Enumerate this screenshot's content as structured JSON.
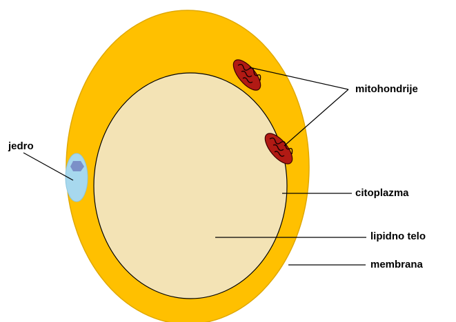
{
  "labels": {
    "mitochondria": "mitohondrije",
    "nucleus": "jedro",
    "cytoplasm": "citoplazma",
    "lipid_body": "lipidno telo",
    "membrane": "membrana"
  },
  "colors": {
    "background": "#ffffff",
    "cytoplasm": "#ffc000",
    "membrane_outline": "#e0a800",
    "lipid_body": "#f3e3b5",
    "nucleus": "#a7d8ee",
    "nucleolus": "#7b90c8",
    "mitochondria": "#b11a14",
    "text": "#000000"
  }
}
